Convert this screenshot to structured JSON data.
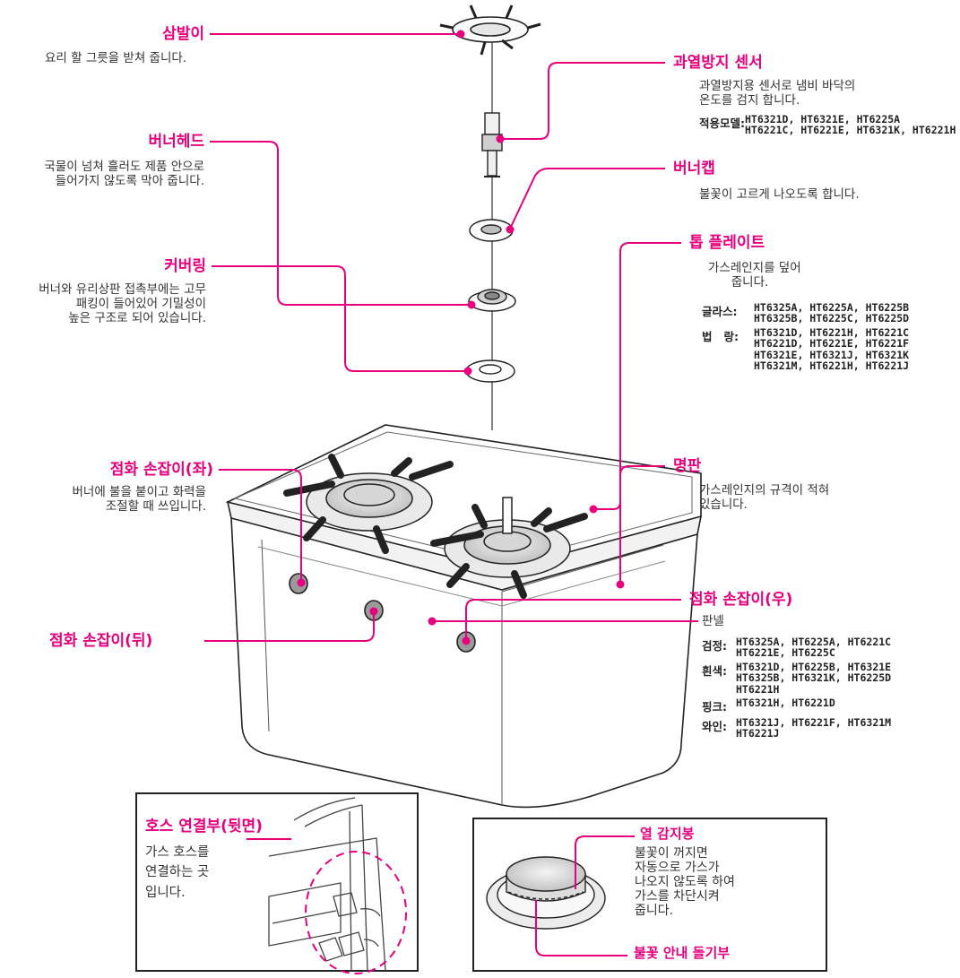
{
  "colors": {
    "accent": "#e6007e",
    "ink": "#222222"
  },
  "parts": {
    "trivet": {
      "title": "삼발이",
      "desc": "요리 할 그릇을 받쳐 줍니다."
    },
    "burner_head": {
      "title": "버너헤드",
      "desc": "국물이 넘쳐 흘러도 제품 안으로\n들어가지 않도록 막아 줍니다."
    },
    "cover_ring": {
      "title": "커버링",
      "desc": "버너와 유리상판 접촉부에는 고무\n패킹이 들어있어 기밀성이\n높은 구조로 되어 있습니다."
    },
    "knob_left": {
      "title": "점화 손잡이(좌)",
      "desc": "버너에 불을 붙이고 화력을\n조절할 때 쓰입니다."
    },
    "knob_back": {
      "title": "점화 손잡이(뒤)"
    },
    "sensor": {
      "title": "과열방지 센서",
      "desc": "과열방지용 센서로 냄비 바닥의\n온도를 검지 합니다.",
      "models_label": "적용모델:",
      "models": "HT6321D, HT6321E, HT6225A\nHT6221C, HT6221E, HT6321K, HT6221H"
    },
    "burner_cap": {
      "title": "버너캡",
      "desc": "불꽃이 고르게 나오도록 합니다."
    },
    "top_plate": {
      "title": "톱 플레이트",
      "desc": "가스레인지를 덮어\n      줍니다.",
      "rows": [
        {
          "label": "글라스:",
          "models": "HT6325A, HT6225A, HT6225B\nHT6325B, HT6225C, HT6225D"
        },
        {
          "label": "법   랑:",
          "models": "HT6321D, HT6221H, HT6221C\nHT6221D, HT6221E, HT6221F\nHT6321E, HT6321J, HT6321K\nHT6321M, HT6221H, HT6221J"
        }
      ]
    },
    "nameplate": {
      "title": "명판",
      "desc": "가스레인지의 규격이 적혀\n있습니다."
    },
    "knob_right": {
      "title": "점화 손잡이(우)"
    },
    "panel": {
      "label": "판넬",
      "rows": [
        {
          "label": "검정:",
          "models": "HT6325A, HT6225A, HT6221C\nHT6221E, HT6225C"
        },
        {
          "label": "흰색:",
          "models": "HT6321D, HT6225B, HT6321E\nHT6325B, HT6321K, HT6225D\nHT6221H"
        },
        {
          "label": "핑크:",
          "models": "HT6321H, HT6221D"
        },
        {
          "label": "와인:",
          "models": "HT6321J, HT6221F, HT6321M\nHT6221J"
        }
      ]
    }
  },
  "insets": {
    "hose": {
      "title": "호스 연결부(뒷면)",
      "desc": "가스 호스를\n연결하는 곳\n입니다."
    },
    "thermo": {
      "title": "열 감지봉",
      "desc": "불꽃이 꺼지면\n자동으로 가스가\n나오지 않도록 하여\n가스를 차단시켜\n줍니다.",
      "guide": "불꽃 안내 돌기부"
    }
  }
}
